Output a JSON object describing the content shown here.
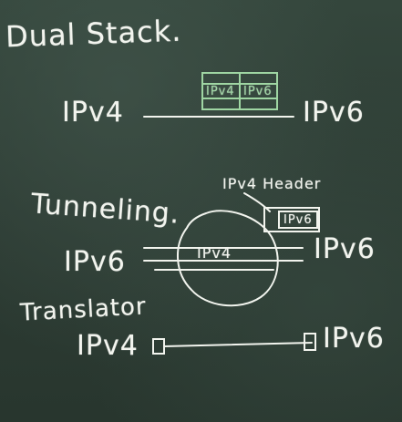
{
  "board": {
    "dual_stack": {
      "title": "Dual Stack.",
      "left": "IPv4",
      "right": "IPv6",
      "packet_left": "IPv4",
      "packet_right": "IPv6"
    },
    "tunneling": {
      "title": "Tunneling.",
      "left": "IPv6",
      "right": "IPv6",
      "cloud": "IPv4",
      "header_label": "IPv4 Header",
      "packet_inner": "IPv6"
    },
    "translator": {
      "title": "Translator",
      "left": "IPv4",
      "right": "IPv6"
    }
  }
}
